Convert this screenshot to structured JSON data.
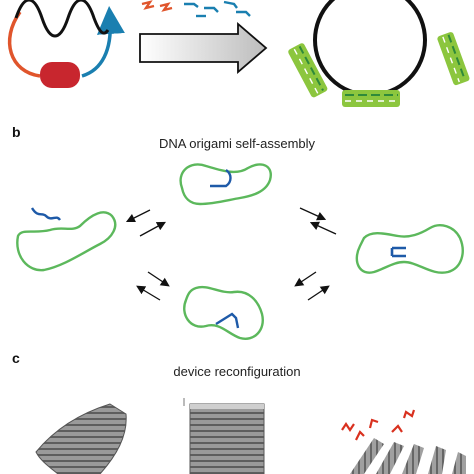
{
  "panel_b": {
    "letter": "b",
    "title": "DNA origami self-assembly"
  },
  "panel_c": {
    "letter": "c",
    "title": "device reconfiguration"
  },
  "colors": {
    "ring": "#e0552c",
    "ring_arrow": "#1a7fb0",
    "polymerase": "#c8262e",
    "loop": "#5cb85c",
    "staple": "#1e5aa8",
    "origami_light": "#8cc63e",
    "origami_dark": "#2f8a3a",
    "rod": "#8a8a8a",
    "rod_dark": "#555555",
    "staples_red": "#d9311f"
  }
}
